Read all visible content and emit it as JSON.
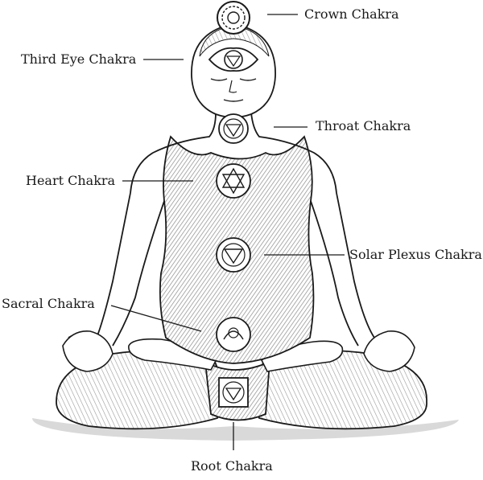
{
  "labels": {
    "crown": "Crown Chakra",
    "third_eye": "Third Eye Chakra",
    "throat": "Throat Chakra",
    "heart": "Heart Chakra",
    "solar_plexus": "Solar Plexus Chakra",
    "sacral": "Sacral Chakra",
    "root": "Root Chakra"
  },
  "colors": {
    "line": "#1a1a1a",
    "shading": "#9a9a9a",
    "background": "#ffffff"
  }
}
